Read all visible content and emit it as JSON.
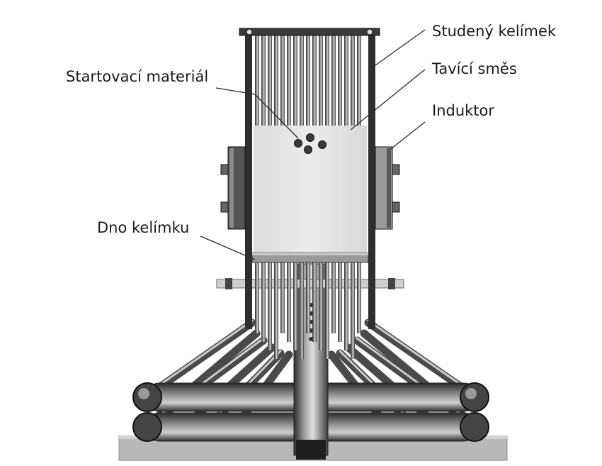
{
  "labels": {
    "cold_crucible": "Studený kelímek",
    "starting_material": "Startovací materiál",
    "melting_mixture": "Tavící směs",
    "inductor": "Induktor",
    "crucible_bottom": "Dno kelímku"
  },
  "colors": {
    "ink": "#1a1a1a",
    "tube_dark": "#3a3a3a",
    "tube_light": "#bdbdbd",
    "melt": "#e6e6e6",
    "base": "#b5b5b5"
  }
}
